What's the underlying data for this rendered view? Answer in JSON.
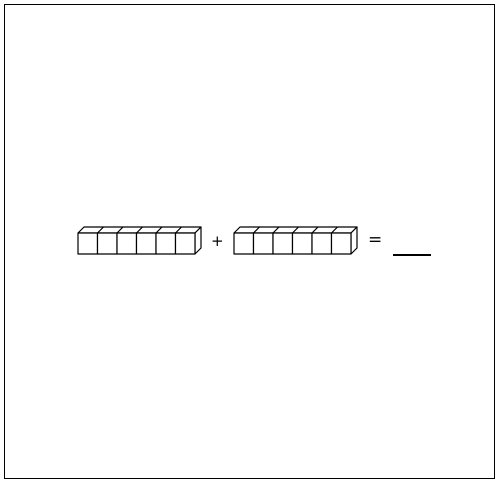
{
  "problem": {
    "addend_1": {
      "cubes": 6,
      "value": 6
    },
    "operator": "+",
    "addend_2": {
      "cubes": 6,
      "value": 6
    },
    "equals": "=",
    "answer": ""
  },
  "colors": {
    "stroke": "#000000",
    "face": "#ffffff"
  }
}
